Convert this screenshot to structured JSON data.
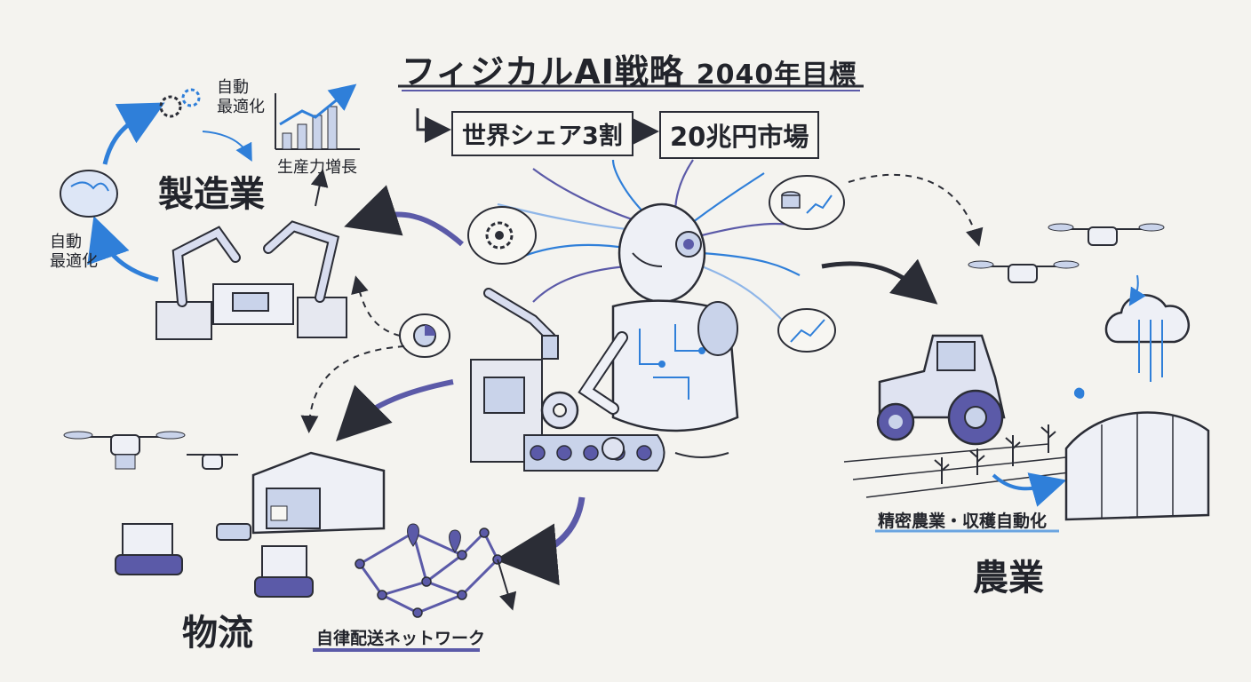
{
  "header": {
    "title": "フィジカルAI戦略",
    "year_goal": "2040年目標",
    "target1": "世界シェア3割",
    "target2": "20兆円市場"
  },
  "manufacturing": {
    "label": "製造業",
    "cycle_label_top": "自動\n最適化",
    "cycle_label_left": "自動\n最適化",
    "growth_label": "生産力増長"
  },
  "logistics": {
    "label": "物流",
    "network_caption": "自律配送ネットワーク"
  },
  "agriculture": {
    "label": "農業",
    "caption": "精密農業・収穫自動化"
  },
  "colors": {
    "ink": "#22242b",
    "blue": "#2f7fd9",
    "purple": "#5b5aa8",
    "accent_line": "#6aa4e0"
  }
}
